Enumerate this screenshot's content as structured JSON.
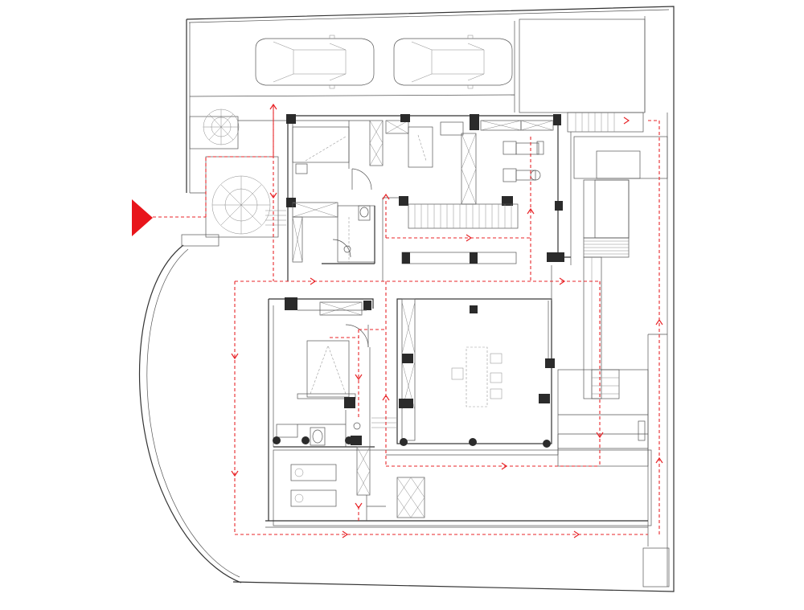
{
  "drawing": {
    "kind": "architectural floor plan",
    "walls_color": "#333333",
    "columns_color": "#2b2b2b",
    "circulation_color": "#e8262a",
    "background": "#ffffff"
  },
  "legend_markers": {
    "entrance_icon": "red-triangle-entrance-marker",
    "route_style": "red dashed circulation path with chevron arrows"
  }
}
